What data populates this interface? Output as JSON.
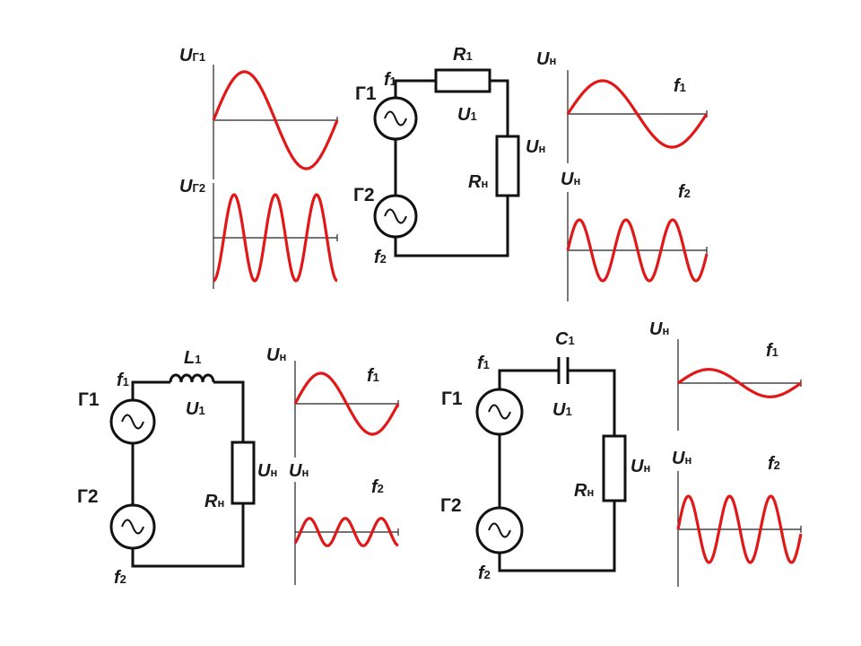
{
  "generator_labels": {
    "g1": "Г1",
    "g2": "Г2"
  },
  "colors": {
    "wave": "#e01818",
    "wire": "#111111",
    "axis": "#222222"
  },
  "top_left_graphs": {
    "upper": {
      "label_main": "U",
      "label_sub": "Г1"
    },
    "lower": {
      "label_main": "U",
      "label_sub": "Г2"
    }
  },
  "circuit_a": {
    "element_main": "R",
    "element_sub": "1",
    "f1_main": "f",
    "f1_sub": "1",
    "f2_main": "f",
    "f2_sub": "2",
    "u1_main": "U",
    "u1_sub": "1",
    "un_main": "U",
    "un_sub": "н",
    "rn_main": "R",
    "rn_sub": "н",
    "graph_f1": {
      "u_main": "U",
      "u_sub": "н",
      "f_main": "f",
      "f_sub": "1"
    },
    "graph_f2": {
      "u_main": "U",
      "u_sub": "н",
      "f_main": "f",
      "f_sub": "2"
    }
  },
  "circuit_b": {
    "element_main": "L",
    "element_sub": "1",
    "f1_main": "f",
    "f1_sub": "1",
    "f2_main": "f",
    "f2_sub": "2",
    "u1_main": "U",
    "u1_sub": "1",
    "un_main": "U",
    "un_sub": "н",
    "rn_main": "R",
    "rn_sub": "н",
    "graph_f1": {
      "u_main": "U",
      "u_sub": "н",
      "f_main": "f",
      "f_sub": "1"
    },
    "graph_f2": {
      "u_main": "U",
      "u_sub": "н",
      "f_main": "f",
      "f_sub": "2"
    }
  },
  "circuit_c": {
    "element_main": "C",
    "element_sub": "1",
    "f1_main": "f",
    "f1_sub": "1",
    "f2_main": "f",
    "f2_sub": "2",
    "u1_main": "U",
    "u1_sub": "1",
    "un_main": "U",
    "un_sub": "н",
    "rn_main": "R",
    "rn_sub": "н",
    "graph_f1": {
      "u_main": "U",
      "u_sub": "н",
      "f_main": "f",
      "f_sub": "1"
    },
    "graph_f2": {
      "u_main": "U",
      "u_sub": "н",
      "f_main": "f",
      "f_sub": "2"
    }
  },
  "waveforms": {
    "gen1": {
      "cycles": 1,
      "relative_amplitude": 1.0
    },
    "gen2": {
      "cycles": 3,
      "relative_amplitude": 1.0
    },
    "a_f1": {
      "cycles": 1,
      "relative_amplitude": 1.0
    },
    "a_f2": {
      "cycles": 3,
      "relative_amplitude": 1.0
    },
    "b_f1": {
      "cycles": 1,
      "relative_amplitude": 1.0
    },
    "b_f2": {
      "cycles": 3,
      "relative_amplitude": 0.45
    },
    "c_f1": {
      "cycles": 1,
      "relative_amplitude": 0.45
    },
    "c_f2": {
      "cycles": 3,
      "relative_amplitude": 1.0
    }
  }
}
